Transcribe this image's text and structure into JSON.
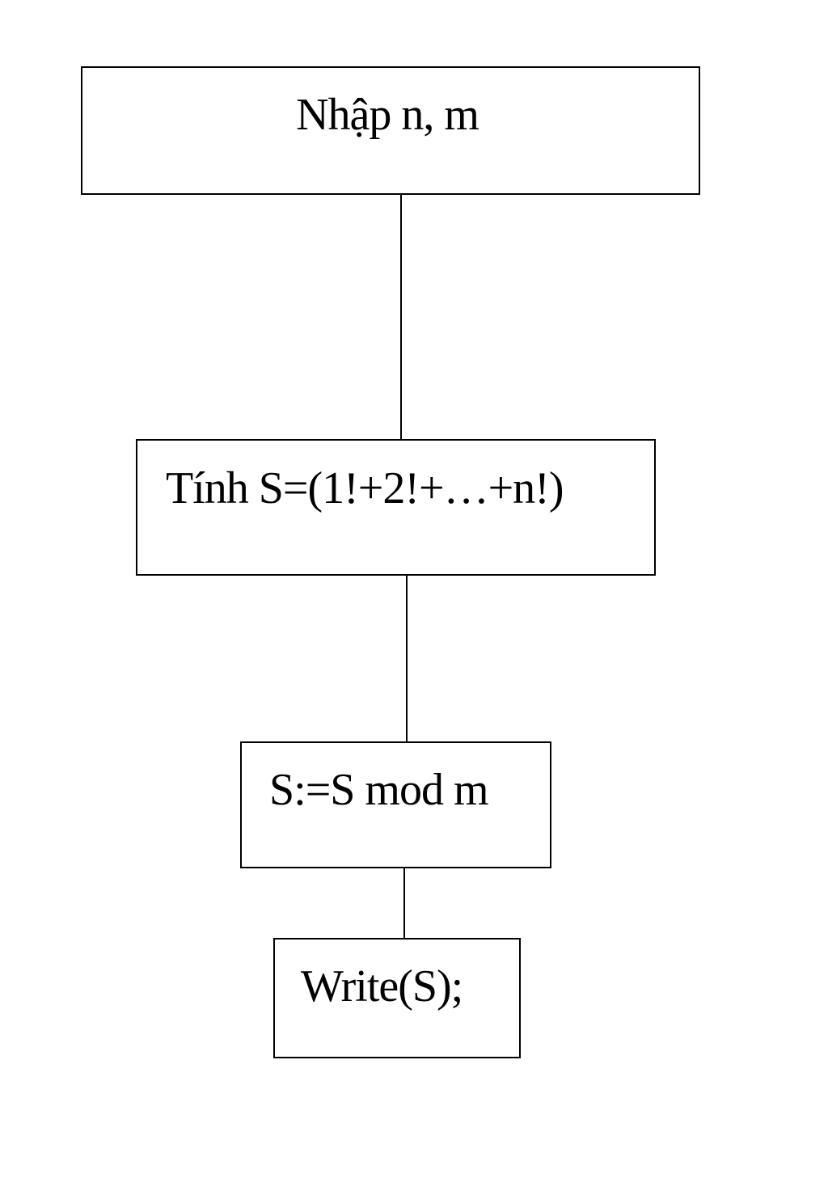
{
  "flowchart": {
    "steps": [
      {
        "label": "Nhập n, m"
      },
      {
        "label": "Tính S=(1!+2!+…+n!)"
      },
      {
        "label": "S:=S mod m"
      },
      {
        "label": "Write(S);"
      }
    ]
  },
  "colors": {
    "stroke": "#000000",
    "background": "#ffffff"
  }
}
